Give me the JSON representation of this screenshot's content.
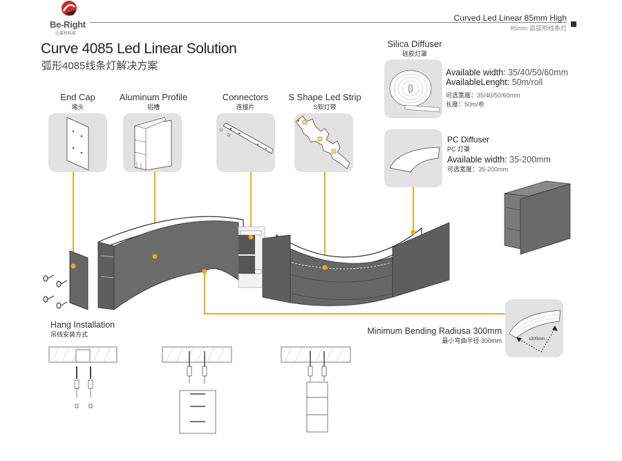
{
  "brand": {
    "name": "Be-Right",
    "subtitle": "比莱特科技",
    "logo_icon": "brand-logo-icon"
  },
  "header": {
    "title": "Curved Led Linear 85mm High",
    "subtitle": "85mm 高弧形线条灯"
  },
  "main": {
    "title": "Curve 4085 Led Linear Solution",
    "subtitle": "弧形4085线条灯解决方案"
  },
  "components": [
    {
      "label_en": "End Cap",
      "label_cn": "堵头",
      "icon": "end-cap-icon"
    },
    {
      "label_en": "Aluminum Profile",
      "label_cn": "铝槽",
      "icon": "aluminum-profile-icon"
    },
    {
      "label_en": "Connectors",
      "label_cn": "连接片",
      "icon": "connector-icon"
    },
    {
      "label_en": "S Shape Led Strip",
      "label_cn": "S软灯带",
      "icon": "led-strip-icon"
    }
  ],
  "silica": {
    "label_en": "Silica Diffuser",
    "label_cn": "硅胶灯罩",
    "width_key": "Available width:",
    "width_val": "35/40/50/60mm",
    "length_key": "AvailableLenght:",
    "length_val": "50m/roll",
    "width_cn_key": "可选宽度：",
    "width_cn_val": "35/40/50/60mm",
    "length_cn_key": "长度：",
    "length_cn_val": "50m/卷"
  },
  "pc": {
    "label_en": "PC Diffuser",
    "label_cn": "PC 灯罩",
    "width_key": "Available width:",
    "width_val": "35-200mm",
    "width_cn_key": "可选宽度：",
    "width_cn_val": "35-200mm"
  },
  "bending": {
    "label_en": "Minimum Bending Radiusa 300mm",
    "label_cn": "最小弯曲半径 300mm",
    "radius_label": "≥300mm"
  },
  "installation": {
    "label_en": "Hang Installation",
    "label_cn": "吊线安装方式"
  },
  "colors": {
    "accent": "#f0a81c",
    "profile": "#6b6b6b",
    "card": "#e2e2e2"
  }
}
